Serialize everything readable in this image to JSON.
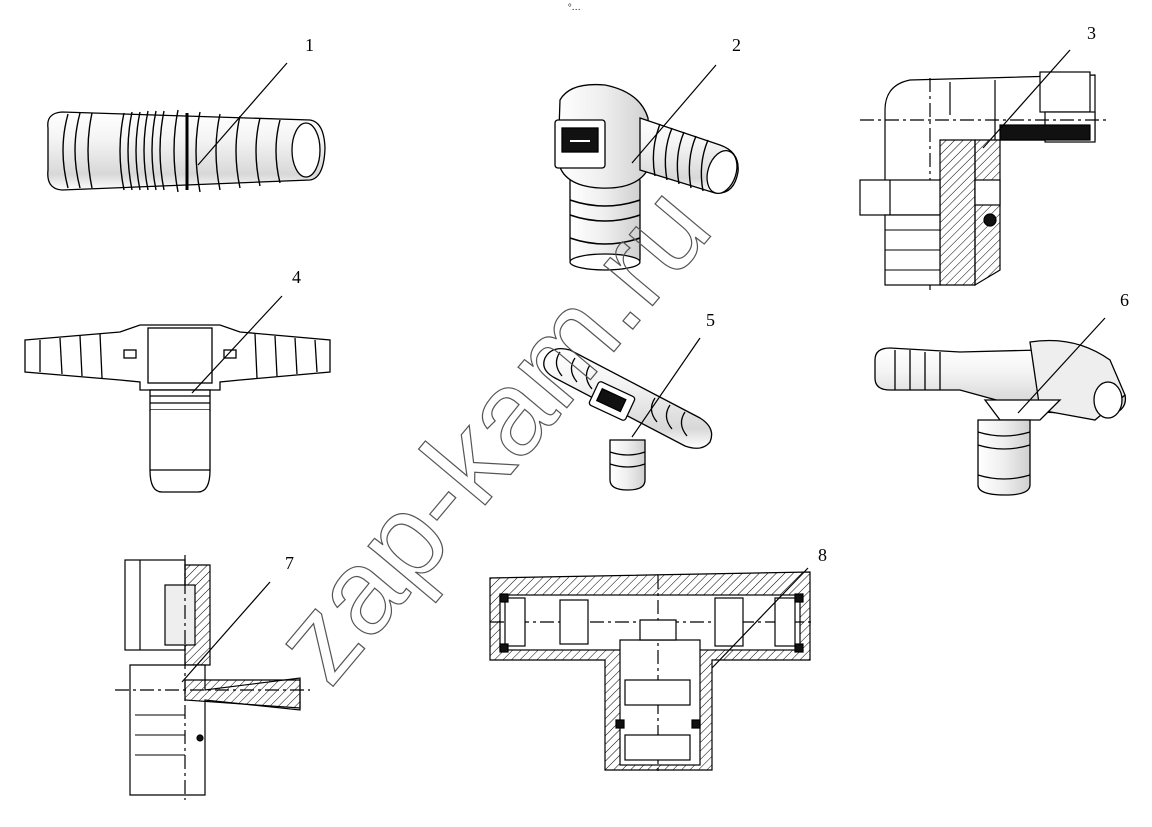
{
  "header_mark": "°…",
  "watermark": "zap-kam.ru",
  "colors": {
    "line": "#000000",
    "dark": "#111111",
    "mid": "#888888",
    "light": "#cfcfcf",
    "watermark": "#555555"
  },
  "labels": [
    "1",
    "2",
    "3",
    "4",
    "5",
    "6",
    "7",
    "8"
  ]
}
